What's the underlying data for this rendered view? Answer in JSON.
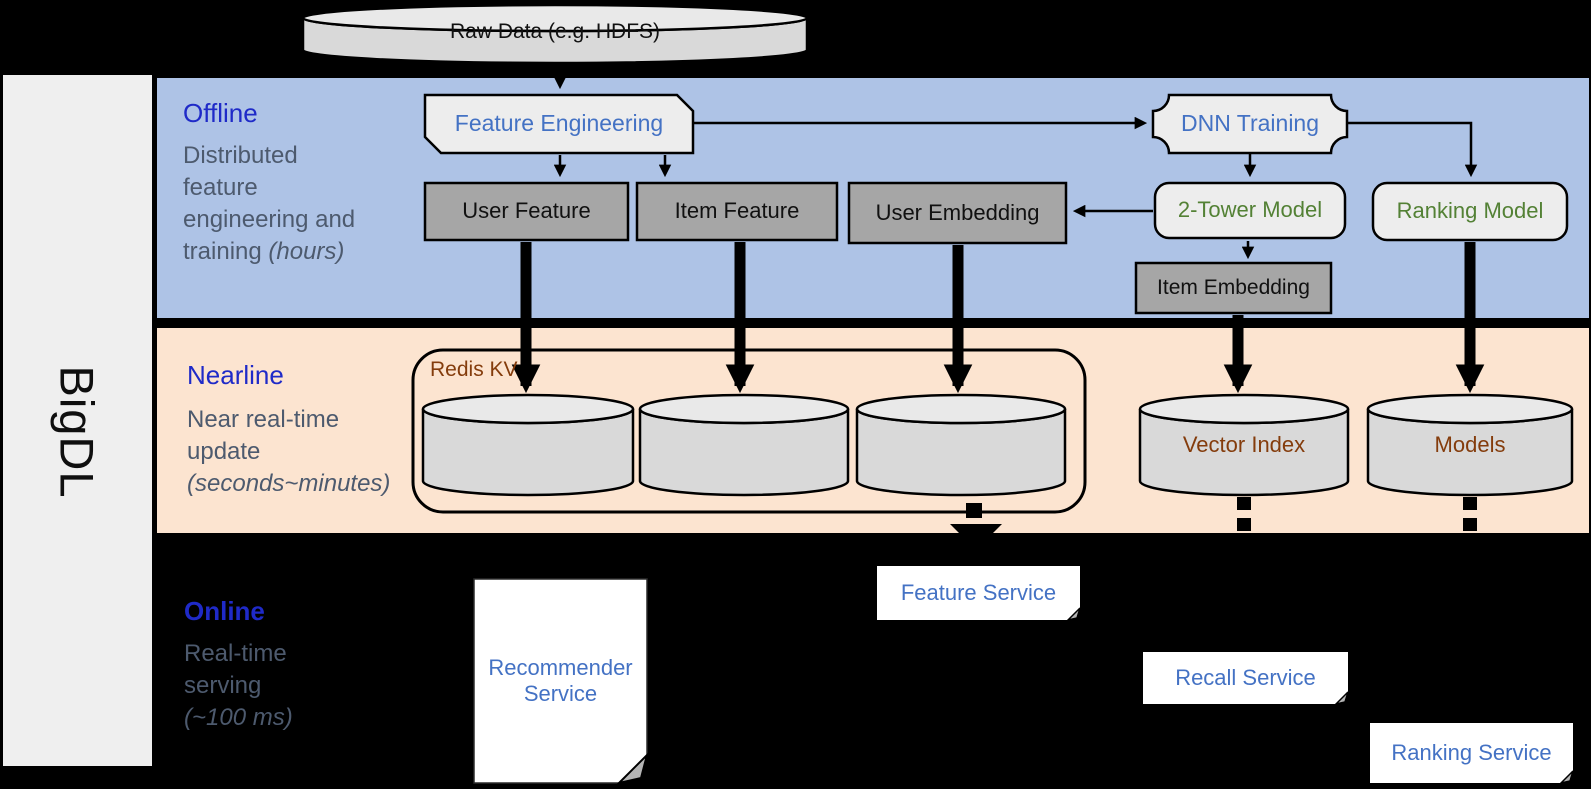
{
  "brand": {
    "label": "BigDL"
  },
  "raw_data": {
    "label": "Raw Data (e.g. HDFS)"
  },
  "sections": {
    "offline": {
      "title": "Offline",
      "line1": "Distributed",
      "line2": "feature",
      "line3": "engineering and",
      "line4_prefix": "training ",
      "line4_italic": "(hours)"
    },
    "nearline": {
      "title": "Nearline",
      "line1": "Near real-time",
      "line2": "update",
      "line3_italic": "(seconds~minutes)"
    },
    "online": {
      "title": "Online",
      "line1": "Real-time",
      "line2": "serving",
      "line3_italic": "(~100 ms)"
    }
  },
  "offline_nodes": {
    "feature_engineering": "Feature Engineering",
    "dnn_training": "DNN Training",
    "user_feature": "User Feature",
    "item_feature": "Item Feature",
    "user_embedding": "User Embedding",
    "two_tower_model": "2-Tower Model",
    "ranking_model": "Ranking Model",
    "item_embedding": "Item Embedding"
  },
  "nearline_nodes": {
    "redis_kv": "Redis KV",
    "vector_index": "Vector Index",
    "models": "Models"
  },
  "online_nodes": {
    "recommender_service_line1": "Recommender",
    "recommender_service_line2": "Service",
    "feature_service": "Feature Service",
    "recall_service": "Recall Service",
    "ranking_service": "Ranking Service"
  },
  "colors": {
    "offline_band": "#aec3e6",
    "nearline_band": "#fce4d0",
    "sidebar": "#efefef",
    "node_gray": "#a6a6a6",
    "node_light": "#ededed",
    "cylinder_body": "#d9d9d9",
    "cylinder_top": "#e9e9e9",
    "blue_text": "#4472c4",
    "green_text": "#538135",
    "brown_text": "#843c0c",
    "header_blue": "#1f2ac8",
    "desc_slate": "#4d5a6e"
  }
}
